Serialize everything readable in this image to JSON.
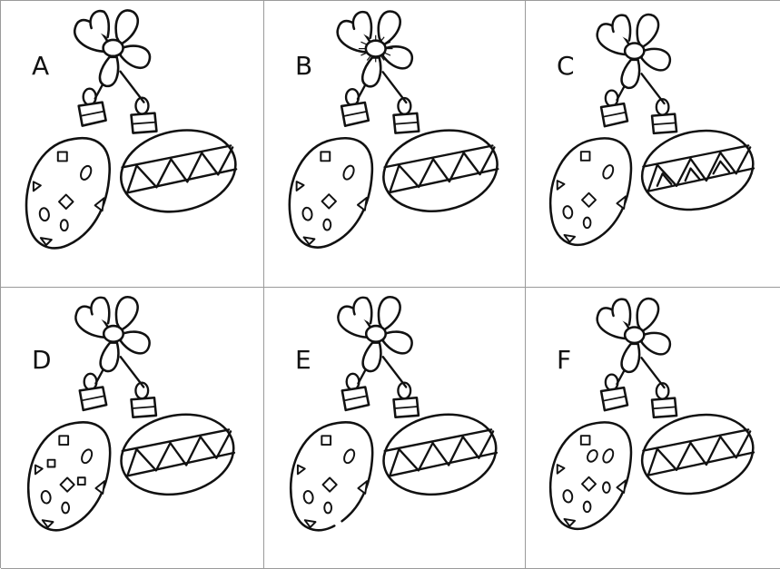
{
  "panels": [
    {
      "label": "A",
      "bow": "plain",
      "left_ornament": "standard",
      "right_ornament": "standard"
    },
    {
      "label": "B",
      "bow": "rayed-center",
      "left_ornament": "standard",
      "right_ornament": "standard"
    },
    {
      "label": "C",
      "bow": "plain",
      "left_ornament": "standard",
      "right_ornament": "double-triangles"
    },
    {
      "label": "D",
      "bow": "plain",
      "left_ornament": "extra-squares",
      "right_ornament": "standard"
    },
    {
      "label": "E",
      "bow": "plain",
      "left_ornament": "broken-outline",
      "right_ornament": "standard"
    },
    {
      "label": "F",
      "bow": "plain",
      "left_ornament": "extra-ovals",
      "right_ornament": "standard"
    }
  ]
}
